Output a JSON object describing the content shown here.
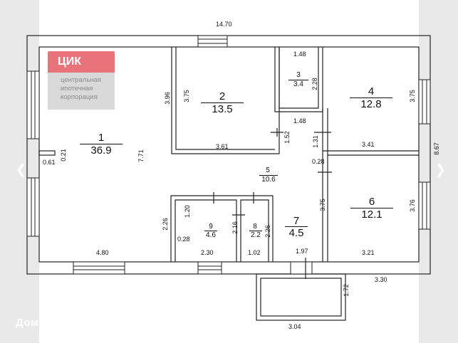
{
  "viewer": {
    "prev_icon": "chevron-left-icon",
    "next_icon": "chevron-right-icon",
    "watermark": "Домклик"
  },
  "logo": {
    "brand": "ЦИК",
    "caption_lines": [
      "центральная",
      "ипотечная",
      "корпорация"
    ],
    "brand_color": "#e8737a",
    "caption_bg": "#d9d9d9"
  },
  "rooms": [
    {
      "number": "1",
      "area": "36.9"
    },
    {
      "number": "2",
      "area": "13.5"
    },
    {
      "number": "3",
      "area": "3.4"
    },
    {
      "number": "4",
      "area": "12.8"
    },
    {
      "number": "5",
      "area": "10.6"
    },
    {
      "number": "6",
      "area": "12.1"
    },
    {
      "number": "7",
      "area": "4.5"
    },
    {
      "number": "8",
      "area": "2.2"
    },
    {
      "number": "9",
      "area": "4.6"
    }
  ],
  "dimensions": {
    "top_overall": "14.70",
    "right_overall": "8.67",
    "porch_offset": "3.30",
    "porch_width": "3.04",
    "porch_depth": "1.72",
    "r1_height": "7.71",
    "r1_width": "4.80",
    "r1_niche_w": "0.61",
    "r1_niche_d": "0.21",
    "r2_left": "3.96",
    "r2_inner": "3.75",
    "r2_width": "3.61",
    "r3_width": "1.48",
    "r3_height": "2.28",
    "r3_bottom": "1.48",
    "hall_a": "1.52",
    "hall_b": "1.31",
    "hall_c": "0.28",
    "r4_width": "3.41",
    "r4_height": "3.75",
    "r6_height": "3.76",
    "r6_width": "3.21",
    "r7_height": "3.75",
    "r7_width": "1.97",
    "r8_height": "2.26",
    "r8_width": "1.02",
    "r9_a": "1.20",
    "r9_b": "2.16",
    "r9_c": "0.28",
    "r9_d": "2.26",
    "r9_width": "2.30"
  }
}
